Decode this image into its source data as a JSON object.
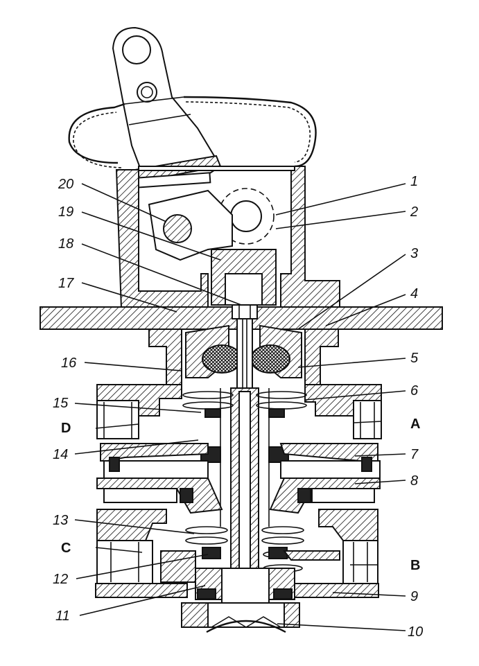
{
  "callouts": [
    {
      "num": "1"
    },
    {
      "num": "2"
    },
    {
      "num": "3"
    },
    {
      "num": "4"
    },
    {
      "num": "5"
    },
    {
      "num": "6"
    },
    {
      "num": "7"
    },
    {
      "num": "8"
    },
    {
      "num": "9"
    },
    {
      "num": "10"
    },
    {
      "num": "11"
    },
    {
      "num": "12"
    },
    {
      "num": "13"
    },
    {
      "num": "14"
    },
    {
      "num": "15"
    },
    {
      "num": "16"
    },
    {
      "num": "17"
    },
    {
      "num": "18"
    },
    {
      "num": "19"
    },
    {
      "num": "20"
    }
  ],
  "ports": [
    {
      "label": "A"
    },
    {
      "label": "B"
    },
    {
      "label": "C"
    },
    {
      "label": "D"
    }
  ]
}
